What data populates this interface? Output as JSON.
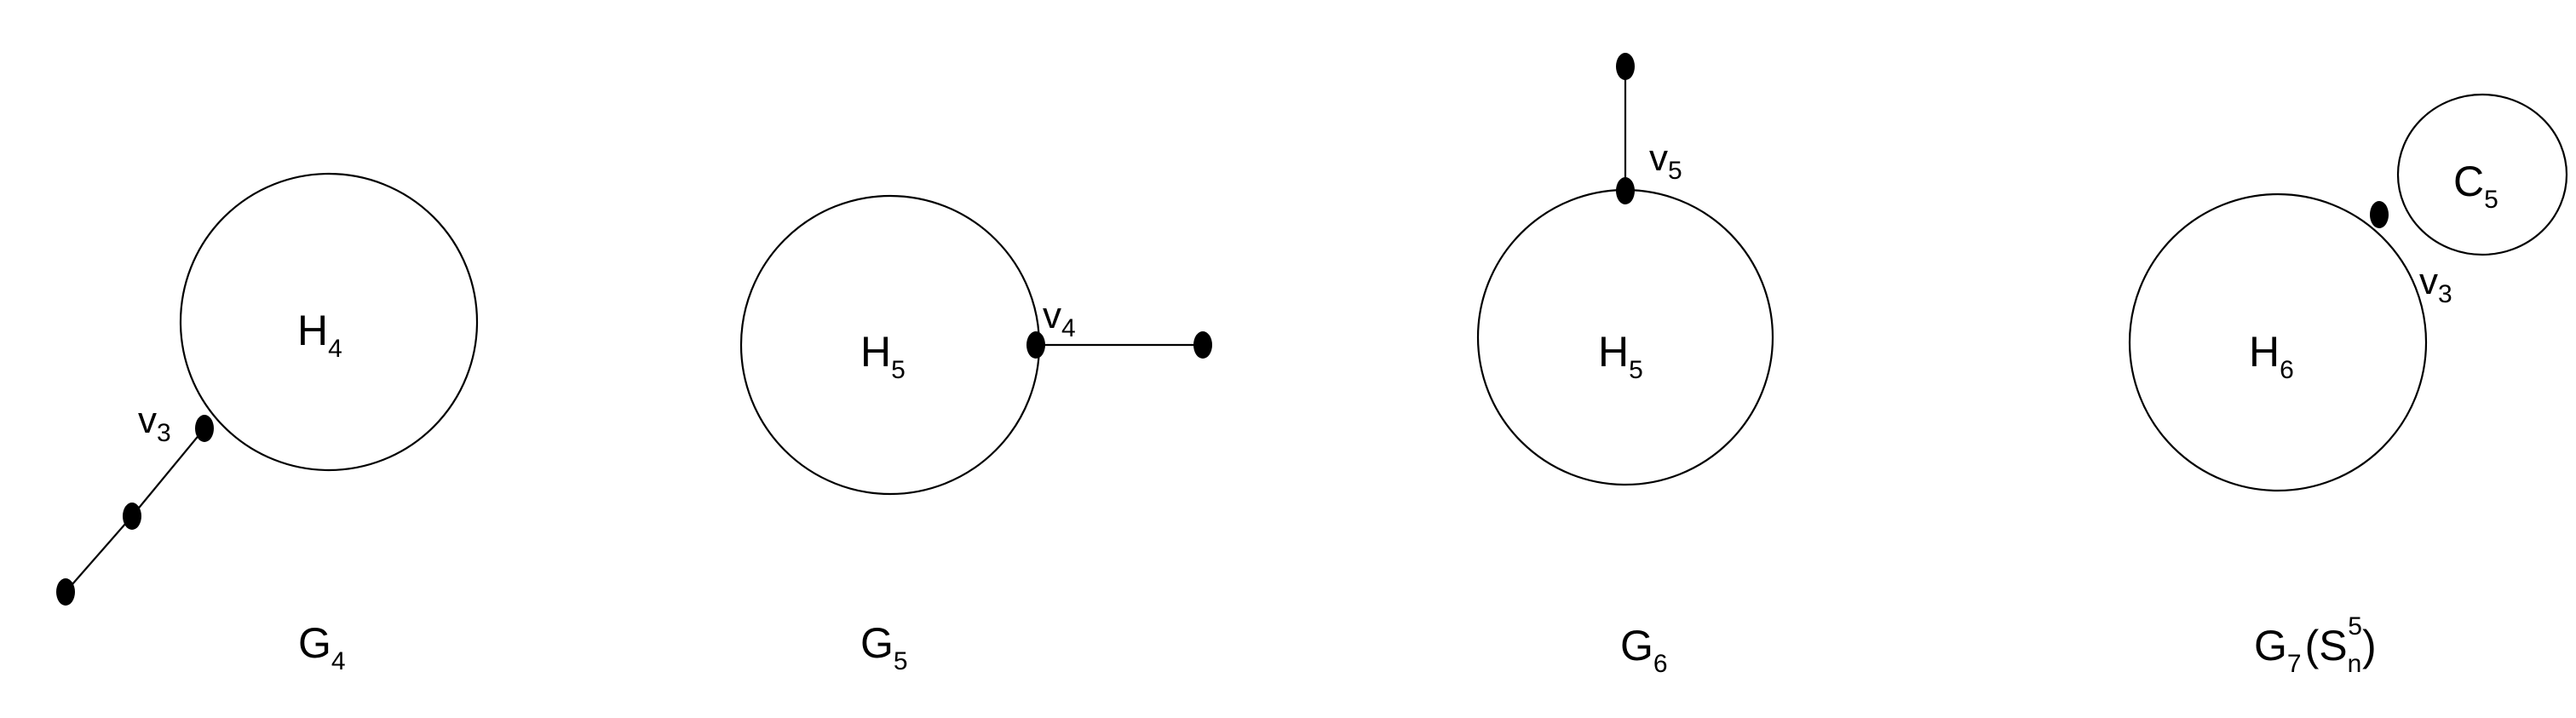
{
  "graphs": [
    {
      "name": {
        "main": "G",
        "sub": "4"
      },
      "cycle": {
        "main": "H",
        "sub": "4"
      },
      "vertex": {
        "main": "v",
        "sub": "3"
      }
    },
    {
      "name": {
        "main": "G",
        "sub": "5"
      },
      "cycle": {
        "main": "H",
        "sub": "5"
      },
      "vertex": {
        "main": "v",
        "sub": "4"
      }
    },
    {
      "name": {
        "main": "G",
        "sub": "6"
      },
      "cycle": {
        "main": "H",
        "sub": "5"
      },
      "vertex": {
        "main": "v",
        "sub": "5"
      }
    },
    {
      "name": {
        "main": "G",
        "sub": "7",
        "paren_open": "(",
        "paren_main": "S",
        "paren_sub": "n",
        "paren_sup": "5",
        "paren_close": ")"
      },
      "cycle": {
        "main": "H",
        "sub": "6"
      },
      "vertex": {
        "main": "v",
        "sub": "3"
      },
      "small_cycle": {
        "main": "C",
        "sub": "5"
      }
    }
  ]
}
